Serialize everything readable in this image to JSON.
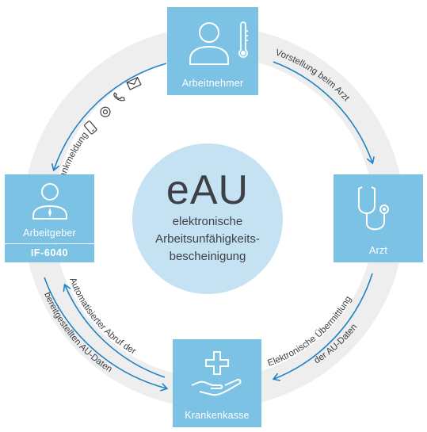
{
  "nodes": {
    "arbeitnehmer": "Arbeitnehmer",
    "arzt": "Arzt",
    "krankenkasse": "Krankenkasse",
    "arbeitgeber": "Arbeitgeber",
    "arbeitgeber_code": "IF-6040"
  },
  "center": {
    "title": "eAU",
    "line1": "elektronische",
    "line2": "Arbeitsunfähigkeits-",
    "line3": "bescheinigung"
  },
  "edges": {
    "krankmeldung": "Krankmeldung",
    "vorstellung": "Vorstellung beim Arzt",
    "uebermittlung_1": "Elektronische Übermittlung",
    "uebermittlung_2": "der AU-Daten",
    "abruf_1": "Automatisierter Abruf der",
    "abruf_2": "bereitgestellten AU-Daten"
  },
  "colors": {
    "node": "#7cc2e5",
    "center": "#c5e2f3",
    "ring": "#eeeeee",
    "arrow": "#1f83c5",
    "text": "#3d4147"
  },
  "icons": {
    "arbeitnehmer": [
      "person-icon",
      "thermometer-icon"
    ],
    "arzt": [
      "stethoscope-icon"
    ],
    "krankenkasse": [
      "hand-cross-icon"
    ],
    "arbeitgeber": [
      "employee-icon"
    ],
    "krankmeldung": [
      "phone-icon",
      "at-icon",
      "handset-icon",
      "envelope-icon"
    ]
  }
}
